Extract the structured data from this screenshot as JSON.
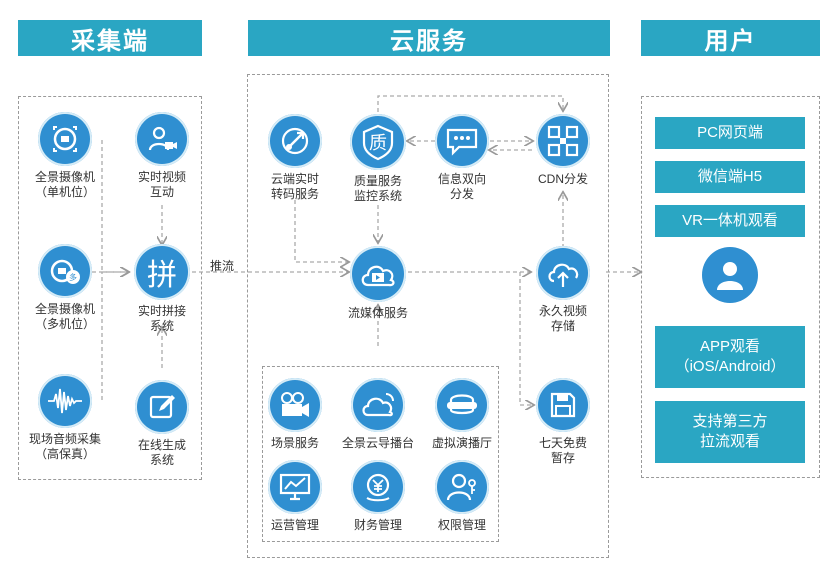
{
  "headers": {
    "collect": "采集端",
    "cloud": "云服务",
    "user": "用户"
  },
  "collect": {
    "cam_single": "全景摄像机\n（单机位）",
    "video_interact": "实时视频\n互动",
    "cam_multi": "全景摄像机\n（多机位）",
    "stitch": "实时拼接\n系统",
    "stitch_glyph": "拼",
    "audio": "现场音频采集\n（高保真）",
    "online_gen": "在线生成\n系统",
    "push_label": "推流"
  },
  "cloud": {
    "transcode": "云端实时\n转码服务",
    "quality": "质量服务\n监控系统",
    "quality_glyph": "质",
    "info": "信息双向\n分发",
    "cdn": "CDN分发",
    "media": "流媒体服务",
    "storage": "永久视频\n存储",
    "temp": "七天免费\n暂存",
    "scene": "场景服务",
    "director": "全景云导播台",
    "virtual": "虚拟演播厅",
    "ops": "运营管理",
    "finance": "财务管理",
    "permission": "权限管理"
  },
  "user": {
    "pc": "PC网页端",
    "wechat": "微信端H5",
    "vr": "VR一体机观看",
    "app": "APP观看\n（iOS/Android）",
    "third": "支持第三方\n拉流观看"
  },
  "colors": {
    "accent": "#2aa6c3",
    "icon": "#2f8fd1"
  }
}
